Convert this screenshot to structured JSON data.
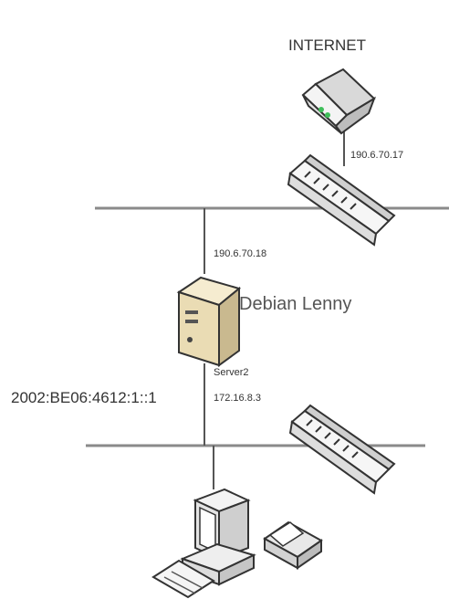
{
  "labels": {
    "internet": "INTERNET",
    "router_ip": "190.6.70.17",
    "server_wan_ip": "190.6.70.18",
    "server_os": "Debian Lenny",
    "server_name": "Server2",
    "server_lan_ip": "172.16.8.3",
    "ipv6_address": "2002:BE06:4612:1::1"
  },
  "colors": {
    "line": "#7a7a7a",
    "device_fill": "#f2f2f2",
    "device_stroke": "#444444",
    "server_fill": "#efe3c0",
    "router_light": "#3fbf5a"
  }
}
